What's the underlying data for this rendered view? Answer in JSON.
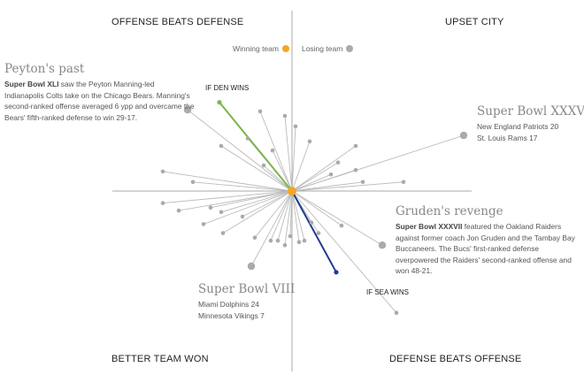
{
  "quadrants": {
    "top_left": "OFFENSE BEATS DEFENSE",
    "top_right": "UPSET CITY",
    "bottom_left": "BETTER TEAM WON",
    "bottom_right": "DEFENSE BEATS OFFENSE"
  },
  "legend": {
    "winning": "Winning team",
    "losing": "Losing team"
  },
  "colors": {
    "winning": "#f5a623",
    "losing": "#aaaaaa",
    "den": "#7ab648",
    "sea": "#1f3c8f",
    "axis": "#aaaaaa"
  },
  "annotations": {
    "peyton": {
      "title": "Peyton's past",
      "bold": "Super Bowl XLI",
      "text": " saw the Peyton Manning-led Indianapolis Colts take on the Chicago Bears. Manning's second-ranked offense averaged 6 ypp and overcame the Bears' fifth-ranked defense to win 29-17."
    },
    "sb36": {
      "title": "Super Bowl XXXVI",
      "line1": "New England Patriots 20",
      "line2": "St. Louis Rams 17"
    },
    "gruden": {
      "title": "Gruden's revenge",
      "bold": "Super Bowl XXXVII",
      "text": " featured the Oakland Raiders against former coach Jon Gruden and the Tambay Bay Buccaneers. The Bucs' first-ranked defense overpowered the Raiders' second-ranked offense and won 48-21."
    },
    "sb8": {
      "title": "Super Bowl VIII",
      "line1": "Miami Dolphins 24",
      "line2": "Minnesota Vikings 7"
    },
    "den_label": "IF DEN WINS",
    "sea_label": "IF SEA WINS"
  },
  "chart_data": {
    "type": "scatter",
    "title": "",
    "xlabel": "",
    "ylabel": "",
    "xlim": [
      -10,
      10
    ],
    "ylim": [
      -10,
      10
    ],
    "grid": false,
    "origin": [
      0,
      0
    ],
    "highlighted": [
      {
        "name": "IF DEN WINS",
        "x": -4.1,
        "y": 5.9,
        "color": "#7ab648"
      },
      {
        "name": "IF SEA WINS",
        "x": 2.5,
        "y": -5.4,
        "color": "#1f3c8f"
      },
      {
        "name": "Super Bowl XLI",
        "x": -5.9,
        "y": 5.4,
        "large": true
      },
      {
        "name": "Super Bowl XXXVI",
        "x": 9.7,
        "y": 3.7,
        "large": true
      },
      {
        "name": "Super Bowl XXXVII",
        "x": 5.1,
        "y": -3.6,
        "large": true
      },
      {
        "name": "Super Bowl VIII",
        "x": -2.3,
        "y": -5.0,
        "large": true
      }
    ],
    "points": [
      {
        "x": -4.0,
        "y": 3.0
      },
      {
        "x": -2.5,
        "y": 3.5
      },
      {
        "x": -1.8,
        "y": 5.3
      },
      {
        "x": -0.4,
        "y": 5.0
      },
      {
        "x": 0.2,
        "y": 4.3
      },
      {
        "x": -1.1,
        "y": 2.7
      },
      {
        "x": -1.6,
        "y": 1.7
      },
      {
        "x": -7.3,
        "y": 1.3
      },
      {
        "x": -5.6,
        "y": 0.6
      },
      {
        "x": -7.3,
        "y": -0.8
      },
      {
        "x": -6.4,
        "y": -1.3
      },
      {
        "x": -4.0,
        "y": -1.4
      },
      {
        "x": -4.6,
        "y": -1.1
      },
      {
        "x": -2.8,
        "y": -1.7
      },
      {
        "x": -5.0,
        "y": -2.2
      },
      {
        "x": -3.9,
        "y": -2.8
      },
      {
        "x": -2.1,
        "y": -3.1
      },
      {
        "x": -1.2,
        "y": -3.3
      },
      {
        "x": -0.8,
        "y": -3.3
      },
      {
        "x": -0.4,
        "y": -3.6
      },
      {
        "x": 1.0,
        "y": 3.3
      },
      {
        "x": 3.6,
        "y": 3.0
      },
      {
        "x": 2.6,
        "y": 1.9
      },
      {
        "x": 3.6,
        "y": 1.4
      },
      {
        "x": 2.2,
        "y": 1.1
      },
      {
        "x": 4.0,
        "y": 0.6
      },
      {
        "x": 6.3,
        "y": 0.6
      },
      {
        "x": 2.8,
        "y": -2.3
      },
      {
        "x": 1.5,
        "y": -2.8
      },
      {
        "x": 0.4,
        "y": -3.4
      },
      {
        "x": 0.7,
        "y": -3.3
      },
      {
        "x": 1.1,
        "y": -2.1
      },
      {
        "x": 5.9,
        "y": -8.1
      },
      {
        "x": -0.1,
        "y": -3.0
      }
    ]
  }
}
